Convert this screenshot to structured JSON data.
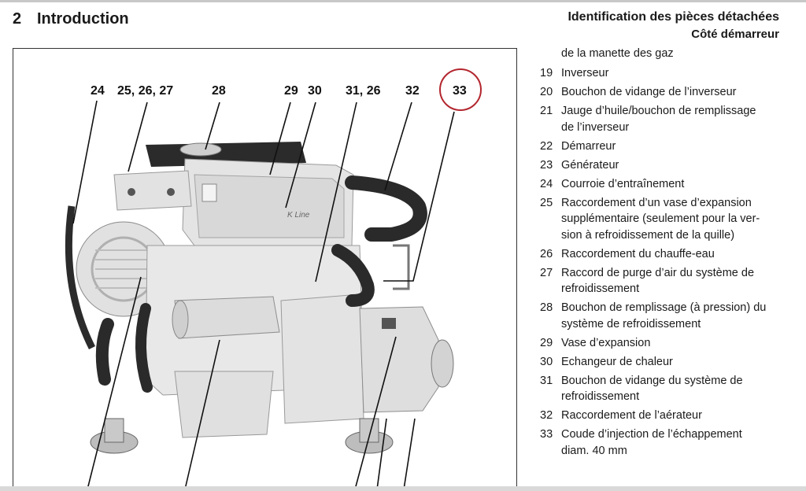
{
  "header": {
    "section_number": "2",
    "section_title": "Introduction",
    "title": "Identification des pièces détachées",
    "subtitle": "Côté démarreur"
  },
  "figure": {
    "callouts": [
      "24",
      "25, 26, 27",
      "28",
      "29",
      "30",
      "31, 26",
      "32",
      "33"
    ],
    "badge_text": "K Line"
  },
  "legend": {
    "continued_text": "de la manette des gaz",
    "items": [
      {
        "num": "19",
        "text": "Inverseur"
      },
      {
        "num": "20",
        "text": "Bouchon de vidange de l’inverseur"
      },
      {
        "num": "21",
        "text": "Jauge d’huile/bouchon de remplissage\nde l’inverseur"
      },
      {
        "num": "22",
        "text": "Démarreur"
      },
      {
        "num": "23",
        "text": "Générateur"
      },
      {
        "num": "24",
        "text": "Courroie d’entraînement"
      },
      {
        "num": "25",
        "text": "Raccordement d’un vase d’expansion\nsupplémentaire (seulement pour la ver-\nsion à refroidissement de la quille)"
      },
      {
        "num": "26",
        "text": "Raccordement du chauffe-eau"
      },
      {
        "num": "27",
        "text": "Raccord de purge d’air du système de\nrefroidissement"
      },
      {
        "num": "28",
        "text": "Bouchon de remplissage (à pression) du\nsystème de refroidissement"
      },
      {
        "num": "29",
        "text": "Vase d’expansion"
      },
      {
        "num": "30",
        "text": "Echangeur de chaleur"
      },
      {
        "num": "31",
        "text": "Bouchon de vidange du système de\nrefroidissement"
      },
      {
        "num": "32",
        "text": "Raccordement de l’aérateur"
      },
      {
        "num": "33",
        "text": "Coude d’injection de l’échappement\ndiam. 40 mm"
      }
    ]
  },
  "colors": {
    "highlight_circle": "#b3262e",
    "engine_body": "#e6e6e6",
    "engine_dark": "#2b2b2b"
  }
}
